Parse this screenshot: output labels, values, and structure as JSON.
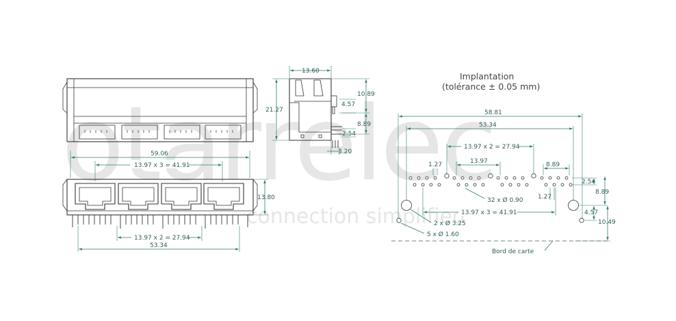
{
  "watermark": {
    "brand": "otarrelec",
    "tagline": "connection simplified"
  },
  "front_view": {
    "width_overall": "59.06",
    "pitch_top": "13.97 x 3 = 41.91",
    "height": "13.80",
    "pitch_bottom": "13.97 x 2 = 27.94",
    "width_bottom": "53.34"
  },
  "side_view": {
    "depth": "13.60",
    "height": "21.27",
    "d1": "10.89",
    "d2": "4.57",
    "d3": "8.89",
    "d4": "2.54",
    "d5": "3.20"
  },
  "footprint": {
    "title_line1": "Implantation",
    "title_line2": "(tolérance ± 0.05 mm)",
    "overall": "58.81",
    "width": "53.34",
    "pitch_2": "13.97 x 2 = 27.94",
    "pitch_1": "13.97",
    "pitch_3": "13.97 x 3 = 41.91",
    "d_127a": "1.27",
    "d_127b": "1.27",
    "d_889a": "8.89",
    "d_889b": "8.89",
    "d_254": "2.54",
    "d_457": "4.57",
    "d_1049": "10.49",
    "holes_small": "32 x Ø 0.90",
    "holes_big": "2 x Ø 3.25",
    "holes_med": "5 x Ø 1.60",
    "board_edge": "Bord de carte"
  }
}
